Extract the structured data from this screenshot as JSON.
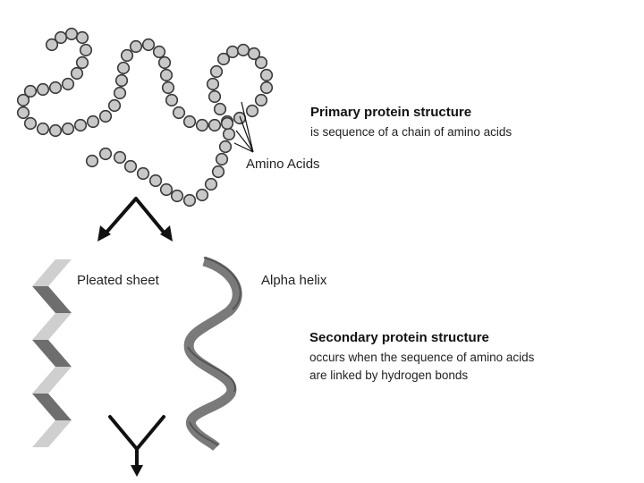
{
  "primary": {
    "heading": "Primary protein structure",
    "description": "is sequence of a chain of amino acids"
  },
  "amino_label": "Amino Acids",
  "pleated_label": "Pleated sheet",
  "alpha_label": "Alpha helix",
  "secondary": {
    "heading": "Secondary protein structure",
    "description_line1": "occurs when the sequence of amino acids",
    "description_line2": "are linked by hydrogen bonds"
  },
  "colors": {
    "bead_fill": "#c8c8c8",
    "bead_stroke": "#3a3a3a",
    "sheet_dark": "#6e6e6e",
    "sheet_light": "#cfcfcf",
    "helix": "#7a7a7a",
    "arrow": "#111111"
  }
}
